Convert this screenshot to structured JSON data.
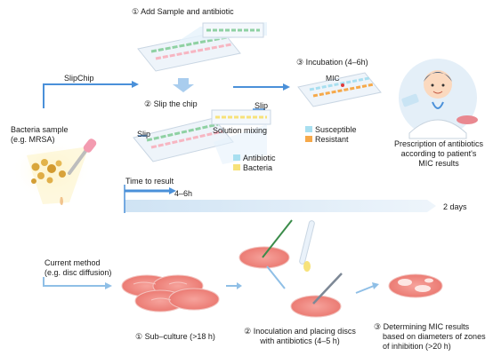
{
  "steps": {
    "add_sample": "① Add Sample and antibiotic",
    "slip_chip": "② Slip the chip",
    "incubation": "③ Incubation (4–6h)"
  },
  "labels": {
    "slipchip": "SlipChip",
    "slip_right": "Slip",
    "slip_left": "Slip",
    "solution_mixing": "Solution mixing",
    "mic": "MIC",
    "bacteria_sample_line1": "Bacteria sample",
    "bacteria_sample_line2": "(e.g. MRSA)",
    "prescription_line1": "Prescription of antibiotics",
    "prescription_line2": "according to patient's",
    "prescription_line3": "MIC results",
    "time_to_result": "Time to result",
    "fast_time": "4–6h",
    "slow_time": "2 days",
    "current_method_line1": "Current method",
    "current_method_line2": "(e.g. disc diffusion)",
    "sub_culture": "① Sub–culture (>18 h)",
    "inoculation_line1": "② Inoculation and placing discs",
    "inoculation_line2": "with antibiotics (4–5 h)",
    "determining_line1": "③ Determining MIC results",
    "determining_line2": "based on diameters of zones",
    "determining_line3": "of inhibition (>20 h)"
  },
  "legends": {
    "result": [
      {
        "label": "Susceptible",
        "color": "#a8dff0"
      },
      {
        "label": "Resistant",
        "color": "#f6a94a"
      }
    ],
    "reagents": [
      {
        "label": "Antibiotic",
        "color": "#a8dff0"
      },
      {
        "label": "Bacteria",
        "color": "#f7e27a"
      }
    ]
  },
  "colors": {
    "arrow_blue": "#4a90d9",
    "timeline_blue": "#dcebf7",
    "plate_pink": "#f08a84",
    "chip_green": "#8fd1a3",
    "chip_pink": "#f7b6c2"
  }
}
